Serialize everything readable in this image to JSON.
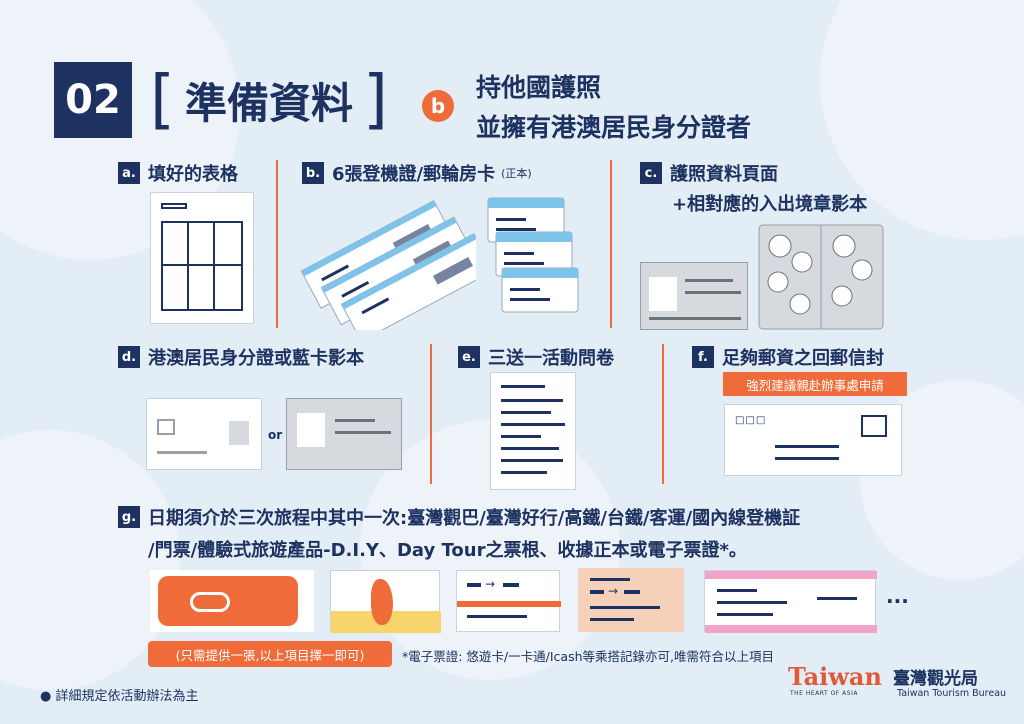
{
  "header": {
    "number": "02",
    "bracket_left": "[",
    "bracket_right": "]",
    "title": "準備資料",
    "badge": "b",
    "subtitle_line1": "持他國護照",
    "subtitle_line2": "並擁有港澳居民身分證者"
  },
  "items": {
    "a": {
      "tag": "a.",
      "label": "填好的表格"
    },
    "b": {
      "tag": "b.",
      "label": "6張登機證/郵輪房卡",
      "note": "(正本)"
    },
    "c": {
      "tag": "c.",
      "label": "護照資料頁面",
      "label2": "+相對應的入出境章影本"
    },
    "d": {
      "tag": "d.",
      "label": "港澳居民身分證或藍卡影本",
      "or": "or"
    },
    "e": {
      "tag": "e.",
      "label": "三送一活動問卷"
    },
    "f": {
      "tag": "f.",
      "label": "足夠郵資之回郵信封",
      "advice": "強烈建議親赴辦事處申請"
    },
    "g": {
      "tag": "g.",
      "line1": "日期須介於三次旅程中其中一次:臺灣觀巴/臺灣好行/高鐵/台鐵/客運/國內線登機証",
      "line2": "/門票/體驗式旅遊產品-D.I.Y、Day Tour之票根、收據正本或電子票證*。",
      "more": "...",
      "pill": "(只需提供一張,以上項目擇一即可)",
      "etix_note": "*電子票證: 悠遊卡/一卡通/Icash等乘搭記錄亦可,唯需符合以上項目"
    }
  },
  "footer": {
    "rule_note": "● 詳細規定依活動辦法為主",
    "brand": "Taiwan",
    "brand_sub": "THE HEART OF ASIA",
    "bureau_cn": "臺灣觀光局",
    "bureau_en": "Taiwan Tourism Bureau"
  },
  "colors": {
    "navy": "#1d3260",
    "orange": "#ef6c3a",
    "background": "#e3edf6",
    "ticket_blue": "#7ec3ea",
    "pink": "#f3a3c7",
    "yellow": "#f8d56a"
  }
}
